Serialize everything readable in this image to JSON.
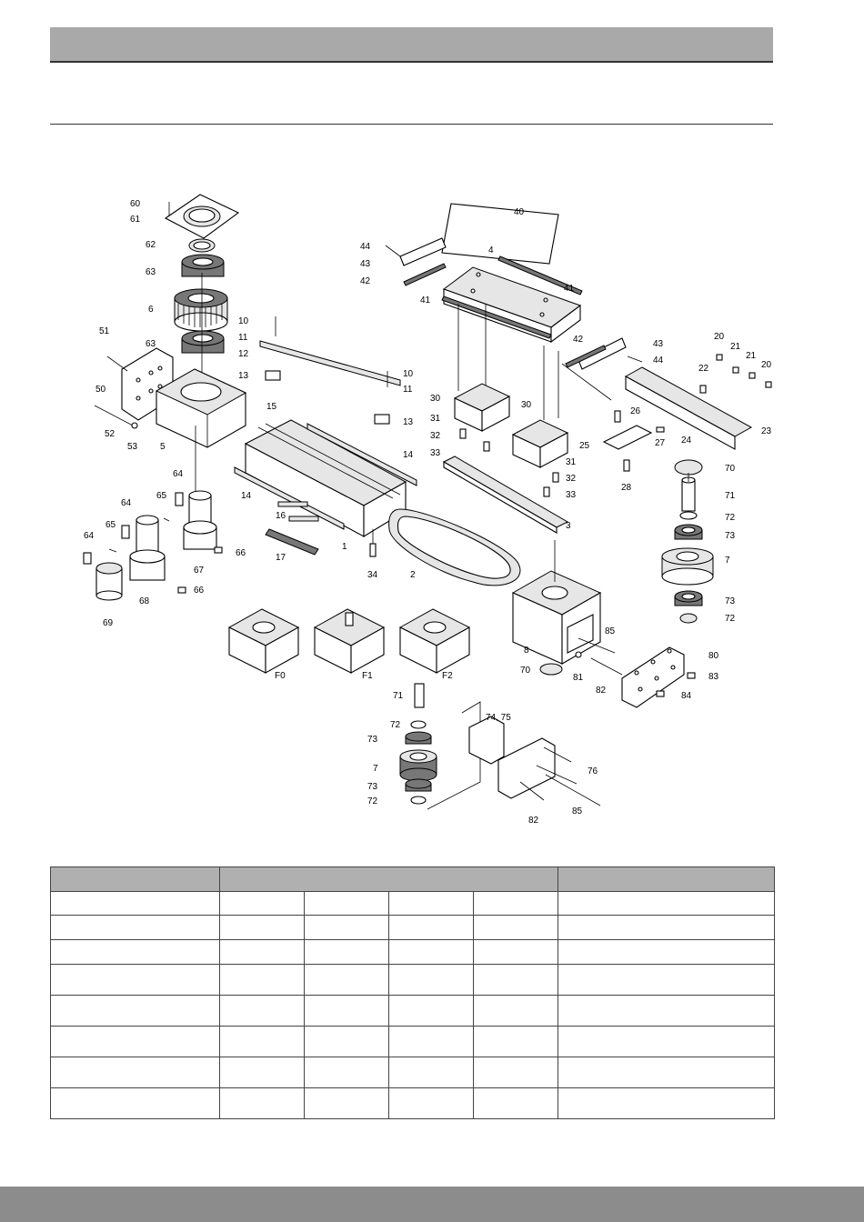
{
  "labels": {
    "l60": "60",
    "l61": "61",
    "l62": "62",
    "l63a": "63",
    "l6": "6",
    "l63b": "63",
    "l51": "51",
    "l50": "50",
    "l52": "52",
    "l53": "53",
    "l5": "5",
    "l10a": "10",
    "l11a": "11",
    "l12": "12",
    "l13a": "13",
    "l10b": "10",
    "l11b": "11",
    "l13b": "13",
    "l15": "15",
    "l14a": "14",
    "l14b": "14",
    "l16": "16",
    "l17": "17",
    "l1": "1",
    "l34": "34",
    "l2": "2",
    "l64a": "64",
    "l65a": "65",
    "l67": "67",
    "l66a": "66",
    "l64b": "64",
    "l65b": "65",
    "l68": "68",
    "l66b": "66",
    "l64c": "64",
    "l69": "69",
    "l40": "40",
    "l44a": "44",
    "l43a": "43",
    "l42a": "42",
    "l4": "4",
    "l41a": "41",
    "l41b": "41",
    "l42b": "42",
    "l43b": "43",
    "l44b": "44",
    "l30a": "30",
    "l31a": "31",
    "l32a": "32",
    "l33a": "33",
    "l30b": "30",
    "l31b": "31",
    "l32b": "32",
    "l33b": "33",
    "l3": "3",
    "l20a": "20",
    "l21a": "21",
    "l21b": "21",
    "l20b": "20",
    "l22": "22",
    "l23": "23",
    "l24": "24",
    "l26": "26",
    "l27": "27",
    "l25": "25",
    "l28": "28",
    "l70a": "70",
    "l71a": "71",
    "l72a": "72",
    "l73a": "73",
    "l7a": "7",
    "l73b": "73",
    "l72b": "72",
    "l8": "8",
    "l85a": "85",
    "l80": "80",
    "l83": "83",
    "l84": "84",
    "l70b": "70",
    "l81": "81",
    "l82a": "82",
    "lF0": "F0",
    "lF1": "F1",
    "lF2": "F2",
    "l71b": "71",
    "l72c": "72",
    "l73c": "73",
    "l7b": "7",
    "l73d": "73",
    "l72d": "72",
    "l7475": "74, 75",
    "l76": "76",
    "l82b": "82",
    "l85b": "85"
  }
}
